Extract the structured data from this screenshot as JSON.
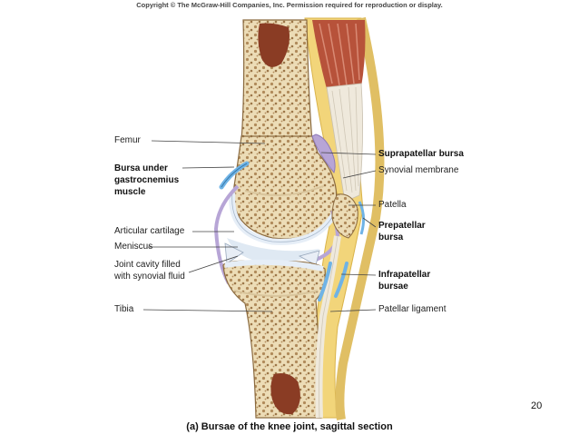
{
  "copyright": "Copyright © The McGraw-Hill Companies, Inc. Permission required for reproduction or display.",
  "labels": {
    "femur": "Femur",
    "bursa_under_1": "Bursa under",
    "bursa_under_2": "gastrocnemius",
    "bursa_under_3": "muscle",
    "articular_cartilage": "Articular cartilage",
    "meniscus": "Meniscus",
    "joint_cavity_1": "Joint cavity filled",
    "joint_cavity_2": "with synovial fluid",
    "tibia": "Tibia",
    "suprapatellar_bursa": "Suprapatellar bursa",
    "synovial_membrane": "Synovial membrane",
    "patella": "Patella",
    "prepatellar_1": "Prepatellar",
    "prepatellar_2": "bursa",
    "infrapatellar_1": "Infrapatellar",
    "infrapatellar_2": "bursae",
    "patellar_ligament": "Patellar ligament"
  },
  "caption": "(a) Bursae of the knee joint, sagittal section",
  "page_number": "20",
  "colors": {
    "bone": "#ecdcb6",
    "bone_spongy": "#b08a5a",
    "marrow": "#8a3c24",
    "cartilage": "#e6eef7",
    "synovial": "#b7a5d6",
    "bursa": "#6fb3e6",
    "muscle": "#b7523a",
    "tendon": "#efe9dc",
    "fat": "#f2d57a"
  }
}
